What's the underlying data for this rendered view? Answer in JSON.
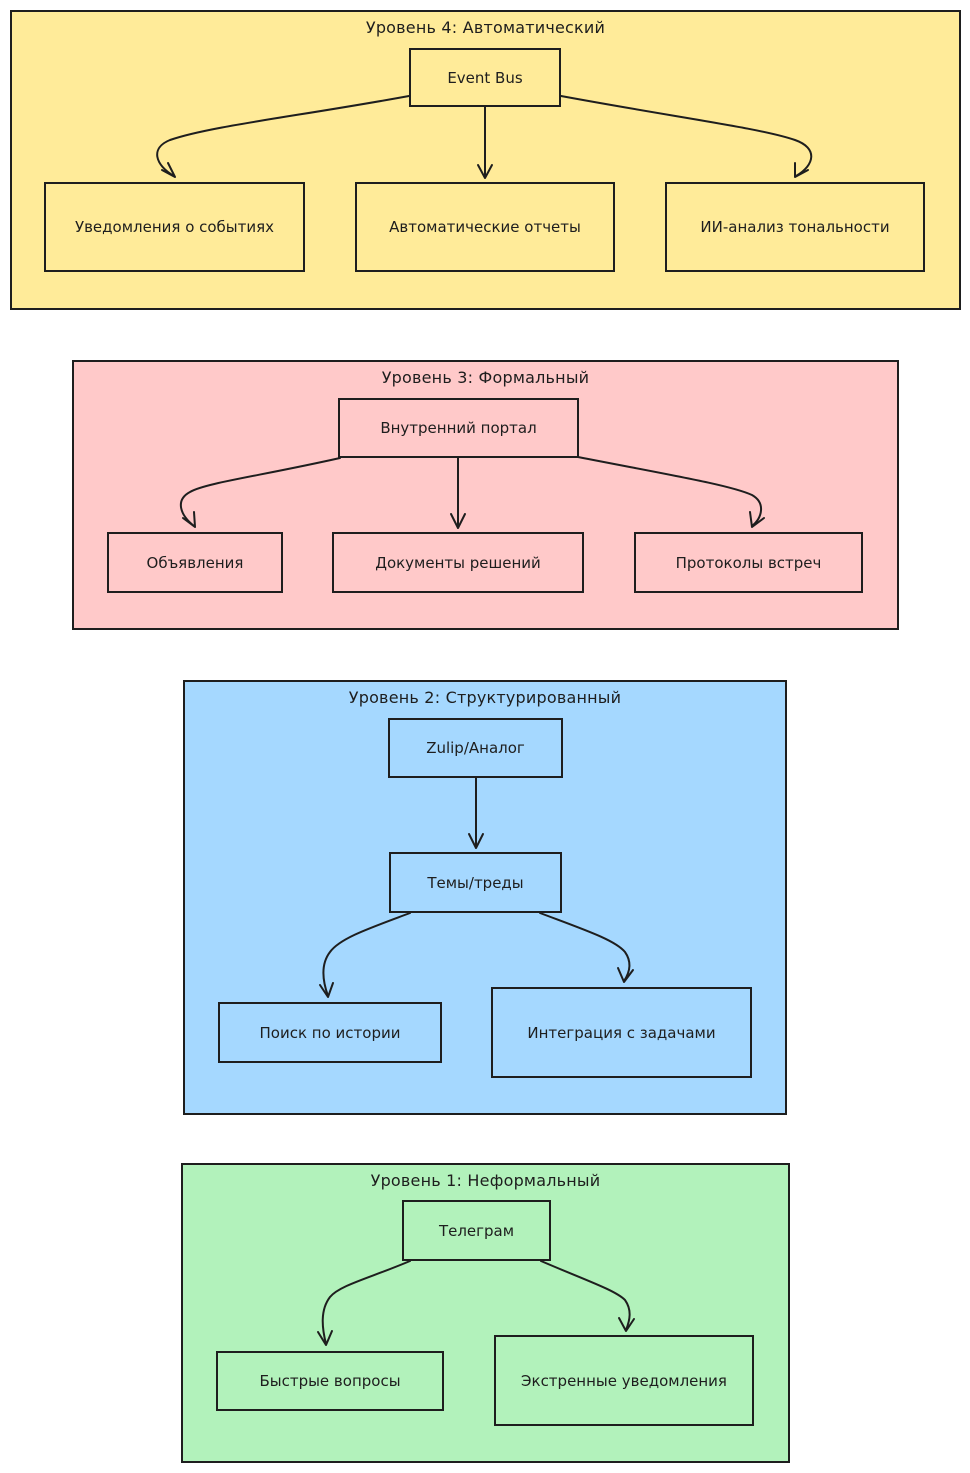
{
  "colors": {
    "level4": "#ffeb99",
    "level3": "#ffc9c9",
    "level2": "#a5d8ff",
    "level1": "#b2f2bb",
    "stroke": "#1e1e1e"
  },
  "levels": [
    {
      "title": "Уровень 4: Автоматический",
      "root": "Event Bus",
      "children": [
        "Уведомления о событиях",
        "Автоматические отчеты",
        "ИИ-анализ тональности"
      ]
    },
    {
      "title": "Уровень 3: Формальный",
      "root": "Внутренний портал",
      "children": [
        "Объявления",
        "Документы решений",
        "Протоколы встреч"
      ]
    },
    {
      "title": "Уровень 2: Структурированный",
      "root": "Zulip/Аналог",
      "mid": "Темы/треды",
      "children": [
        "Поиск по истории",
        "Интеграция с задачами"
      ]
    },
    {
      "title": "Уровень 1: Неформальный",
      "root": "Телеграм",
      "children": [
        "Быстрые вопросы",
        "Экстренные уведомления"
      ]
    }
  ]
}
